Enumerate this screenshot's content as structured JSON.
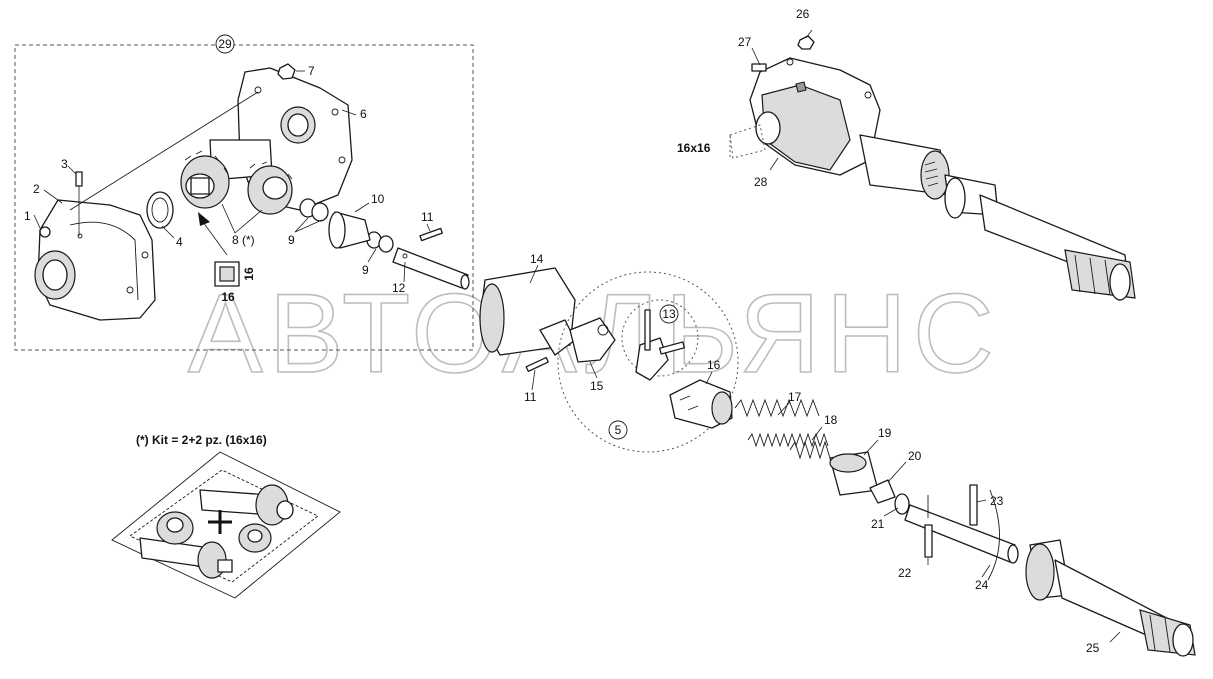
{
  "watermark": "АВТОАЛЬЯНС",
  "kit_note": "(*) Kit = 2+2 pz. (16x16)",
  "square_16_a": "16",
  "square_16_b": "16",
  "size_label_28": "16x16",
  "group_labels": {
    "g29": "29",
    "g13": "13",
    "g5": "5"
  },
  "callouts": {
    "c1": "1",
    "c2": "2",
    "c3": "3",
    "c4": "4",
    "c6": "6",
    "c7": "7",
    "c8": "8 (*)",
    "c9a": "9",
    "c9b": "9",
    "c10": "10",
    "c11a": "11",
    "c11b": "11",
    "c12": "12",
    "c14": "14",
    "c15": "15",
    "c16": "16",
    "c17": "17",
    "c18": "18",
    "c19": "19",
    "c20": "20",
    "c21": "21",
    "c22": "22",
    "c23": "23",
    "c24": "24",
    "c25": "25",
    "c26": "26",
    "c27": "27",
    "c28": "28"
  }
}
